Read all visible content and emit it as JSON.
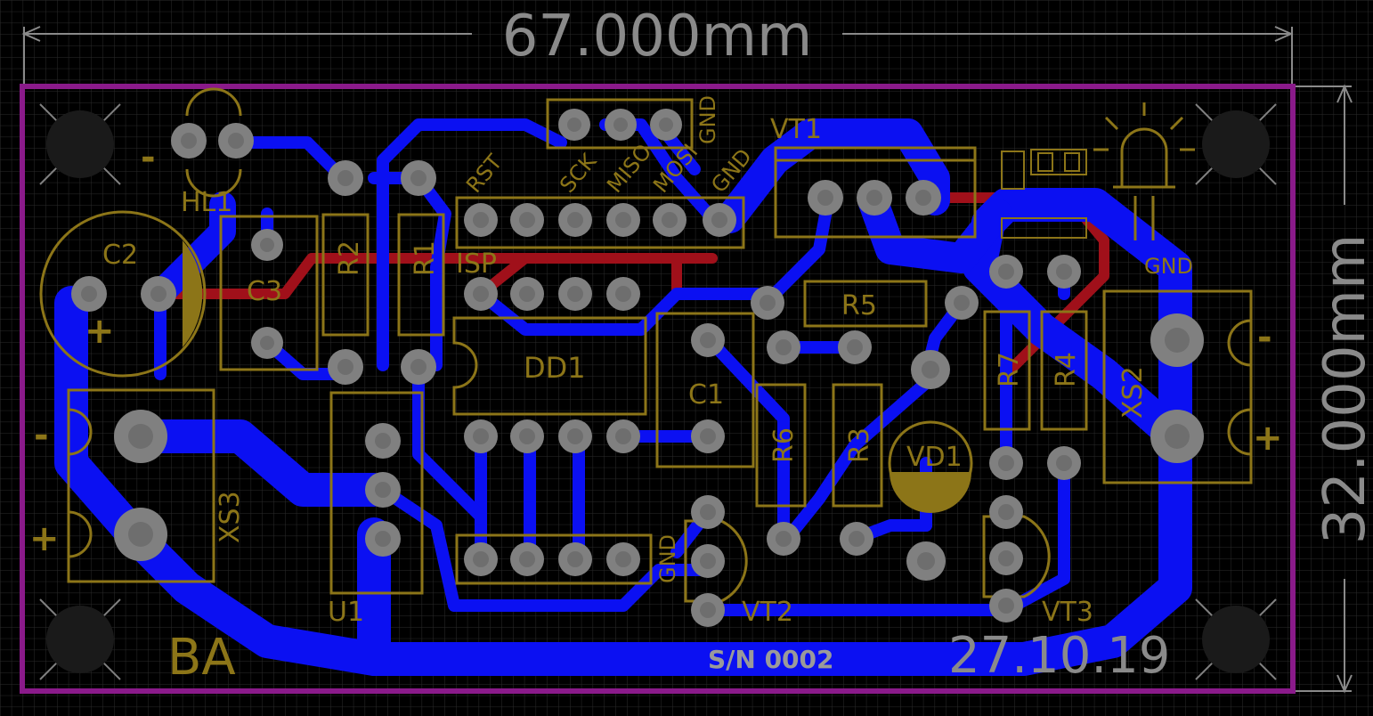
{
  "board": {
    "width_dimension": "67.000mm",
    "height_dimension": "32.000mm",
    "serial": "S/N 0002",
    "date": "27.10.19",
    "bottom_text": "BA"
  },
  "colors": {
    "background": "#000000",
    "grid": "#2b2b2b",
    "outline": "#8a1a8a",
    "top_copper": "#0b10f2",
    "bottom_copper": "#a0101a",
    "silkscreen": "#8c7518",
    "pad": "#808080",
    "dimension": "#8a8a8a"
  },
  "components": {
    "c2": "C2",
    "c3": "C3",
    "r1": "R1",
    "r2": "R2",
    "hl1": "HL1",
    "isp": "ISP",
    "dd1": "DD1",
    "c1": "C1",
    "r5": "R5",
    "vt1": "VT1",
    "r6": "R6",
    "r3": "R3",
    "vd1": "VD1",
    "r7": "R7",
    "r4": "R4",
    "xs2": "XS2",
    "xs3": "XS3",
    "u1": "U1",
    "vt2": "VT2",
    "vt3": "VT3"
  },
  "pin_labels": {
    "rst": "RST",
    "sck": "SCK",
    "mosi": "MOSI",
    "miso": "MISO",
    "gnd_a": "GND",
    "gnd_b": "GND",
    "gnd_c": "GND",
    "gnd_d": "GND"
  },
  "polarity": {
    "plus": "+",
    "minus": "-"
  }
}
